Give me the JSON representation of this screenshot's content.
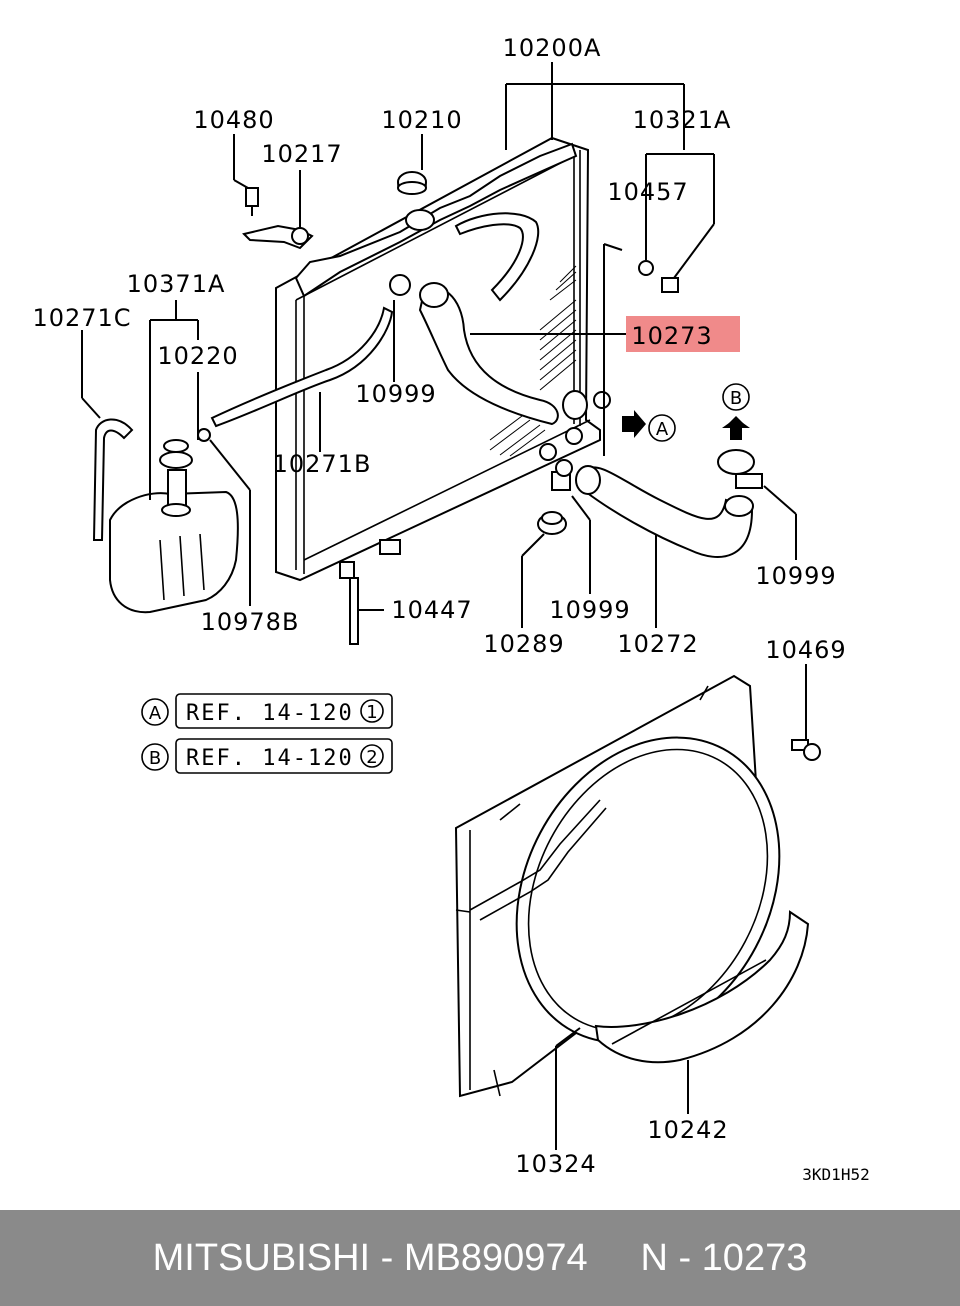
{
  "diagram": {
    "labels": {
      "p10200A": "10200A",
      "p10480": "10480",
      "p10210": "10210",
      "p10321A": "10321A",
      "p10217": "10217",
      "p10457": "10457",
      "p10371A": "10371A",
      "p10271C": "10271C",
      "p10220": "10220",
      "p10273": "10273",
      "p10999a": "10999",
      "p10271B": "10271B",
      "p10999b": "10999",
      "p10978B": "10978B",
      "p10447": "10447",
      "p10999c": "10999",
      "p10289": "10289",
      "p10272": "10272",
      "p10469": "10469",
      "p10324": "10324",
      "p10242": "10242"
    },
    "arrow_a": "A",
    "arrow_b": "B",
    "refs": [
      {
        "letter": "A",
        "text": "REF. 14-120",
        "num": "1"
      },
      {
        "letter": "B",
        "text": "REF. 14-120",
        "num": "2"
      }
    ],
    "drawing_code": "3KD1H52",
    "highlight_color": "#f08a8a"
  },
  "footer": {
    "text": "MITSUBISHI - MB890974     N - 10273"
  }
}
